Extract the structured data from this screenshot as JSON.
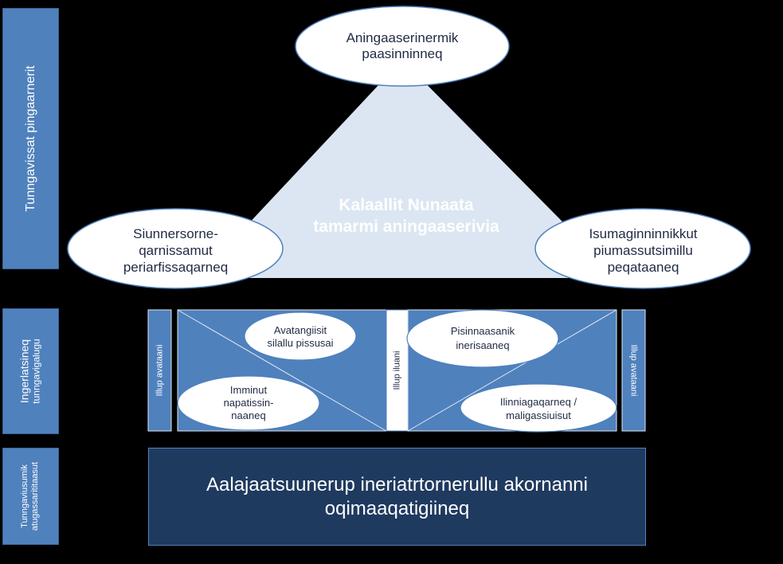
{
  "sidebar": {
    "top_label": "Tunngavissat pingaarnerit",
    "middle_label_line1": "Ingerlatsineq",
    "middle_label_line2": "tunngavigalugu",
    "bottom_label_line1": "Tunngaviusumik",
    "bottom_label_line2": "atugassarititaasut"
  },
  "triangle": {
    "center_line1": "Kalaallit Nunaata",
    "center_line2": "tamarmi aningaaserivia",
    "top_node": "Aningaaserinermik paasinninneq",
    "left_node": "Siunnersorne- qarnissamut periarfissaqarneq",
    "right_node": "Isumaginninnikkut piumassutsimillu peqataaneq"
  },
  "process": {
    "left_bar": "Illup avataani",
    "center_bar": "Illup iluani",
    "right_bar": "Illup avataani",
    "node_top_left": "Avatangiisit silallu pissusai",
    "node_bottom_left": "Imminut napatissin- naaneq",
    "node_top_right": "Pisinnaasanik inerisaaneq",
    "node_bottom_right": "Ilinniagaqarneq / maligassiuisut"
  },
  "foundation": {
    "text": "Aalajaatsuunerup ineriatrtornerullu akornanni oqimaaqatigiineq"
  }
}
